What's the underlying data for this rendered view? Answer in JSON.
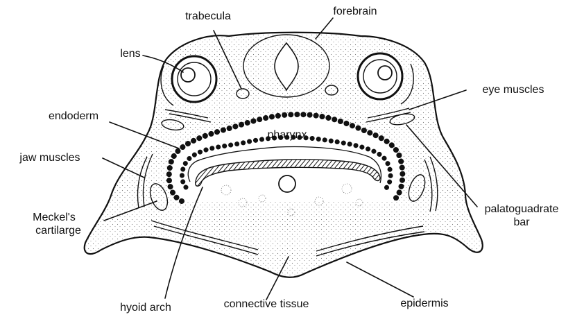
{
  "labels": {
    "trabecula": "trabecula",
    "forebrain": "forebrain",
    "lens": "lens",
    "eye_muscles": "eye muscles",
    "endoderm": "endoderm",
    "pharynx": "pharynx",
    "jaw_muscles": "jaw muscles",
    "meckels_1": "Meckel's",
    "meckels_2": "cartilarge",
    "palatoquadrate_1": "palatoguadrate",
    "palatoquadrate_2": "bar",
    "hyoid_arch": "hyoid arch",
    "connective_tissue": "connective tissue",
    "epidermis": "epidermis"
  },
  "colors": {
    "ink": "#111111",
    "paper": "#ffffff",
    "stipple": "#7a7a7a"
  }
}
